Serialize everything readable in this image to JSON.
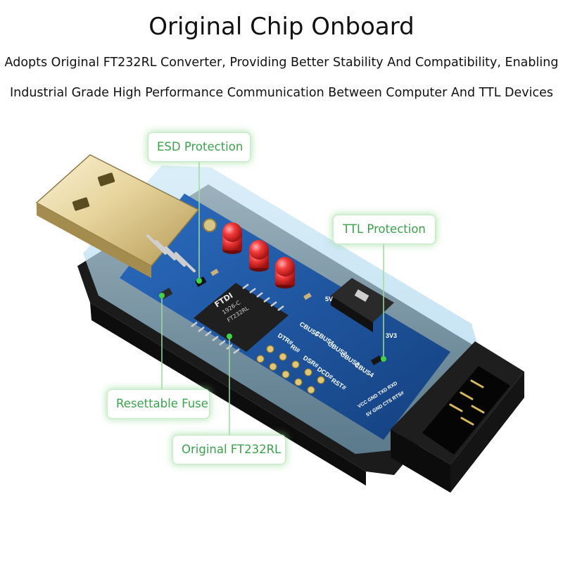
{
  "header": {
    "title": "Original Chip Onboard",
    "subtitle_line1": "Adopts Original FT232RL Converter, Providing Better Stability And Compatibility, Enabling",
    "subtitle_line2": "Industrial Grade High Performance Communication Between Computer And TTL Devices"
  },
  "callouts": {
    "esd": "ESD Protection",
    "ttl": "TTL Protection",
    "fuse": "Resettable Fuse",
    "chip": "Original FT232RL"
  },
  "chip": {
    "brand": "FTDI",
    "line1": "1926-C",
    "line2": "FT232RL"
  },
  "pcb_labels": {
    "cbus0": "CBUS0",
    "cbus1": "CBUS1",
    "cbus2": "CBUS2",
    "cbus3": "CBUS3",
    "cbus4": "CBUS4",
    "dtr": "DTR#",
    "ri": "RI#",
    "dsr": "DSR#",
    "dcd": "DCD#",
    "rst": "RST#",
    "v33": "3V3",
    "v5": "5V",
    "pins_top": "VCC GND TXD RXD",
    "pins_bottom": "5V GND CTS RTS#"
  },
  "colors": {
    "callout_text": "#3aa34a",
    "pcb": "#1d4f9e",
    "casing": "#1a1a1a",
    "led": "#e0232c"
  }
}
